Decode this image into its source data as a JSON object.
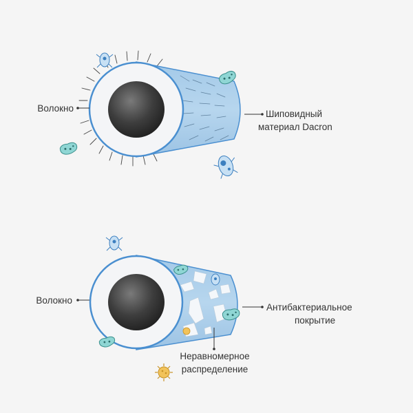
{
  "top": {
    "left_label": "Волокно",
    "right_label_line1": "Шиповидный",
    "right_label_line2": "материал Dacron"
  },
  "bottom": {
    "left_label": "Волокно",
    "right_label_line1": "Антибактериальное",
    "right_label_line2": "покрытие",
    "bottom_label_line1": "Неравномерное",
    "bottom_label_line2": "распределение"
  },
  "colors": {
    "background": "#f5f5f5",
    "fiber_blue": "#a9cde8",
    "ring_outline": "#4a8fd0",
    "core_dark": "#3a3a3a",
    "microbe_teal": "#8fd6d4",
    "microbe_blue": "#c7e0f4",
    "coating_white": "#f4f7fa",
    "virus_yellow": "#f2c35a"
  }
}
